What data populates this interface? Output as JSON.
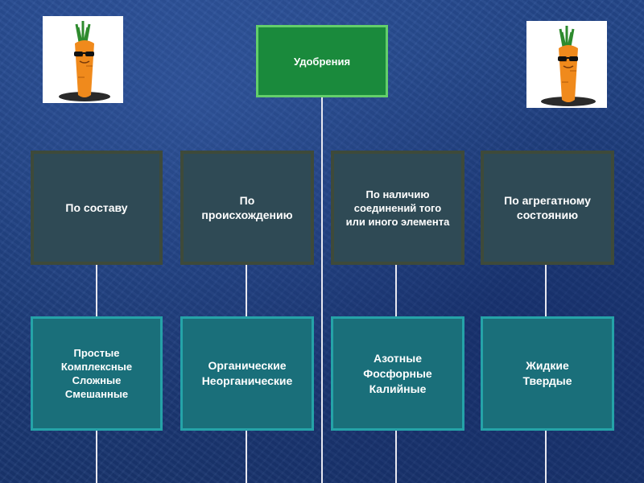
{
  "root": {
    "label": "Удобрения"
  },
  "categories": [
    {
      "title": "По составу",
      "values": "Простые\nКомплексные\nСложные\nСмешанные"
    },
    {
      "title": "По\nпроисхождению",
      "values": "Органические\nНеорганические"
    },
    {
      "title": "По наличию\nсоединений того\nили иного элемента",
      "values": "Азотные\nФосфорные\nКалийные"
    },
    {
      "title": "По агрегатному\nсостоянию",
      "values": "Жидкие\nТвердые"
    }
  ],
  "icons": {
    "left": "carrot-sunglasses-icon",
    "right": "carrot-sunglasses-icon"
  },
  "colors": {
    "root_fill": "#1a8a3c",
    "root_border": "#63cf6a",
    "category_fill": "#2f4a55",
    "value_fill": "#1a6f7a",
    "value_border": "#25a3a8"
  }
}
